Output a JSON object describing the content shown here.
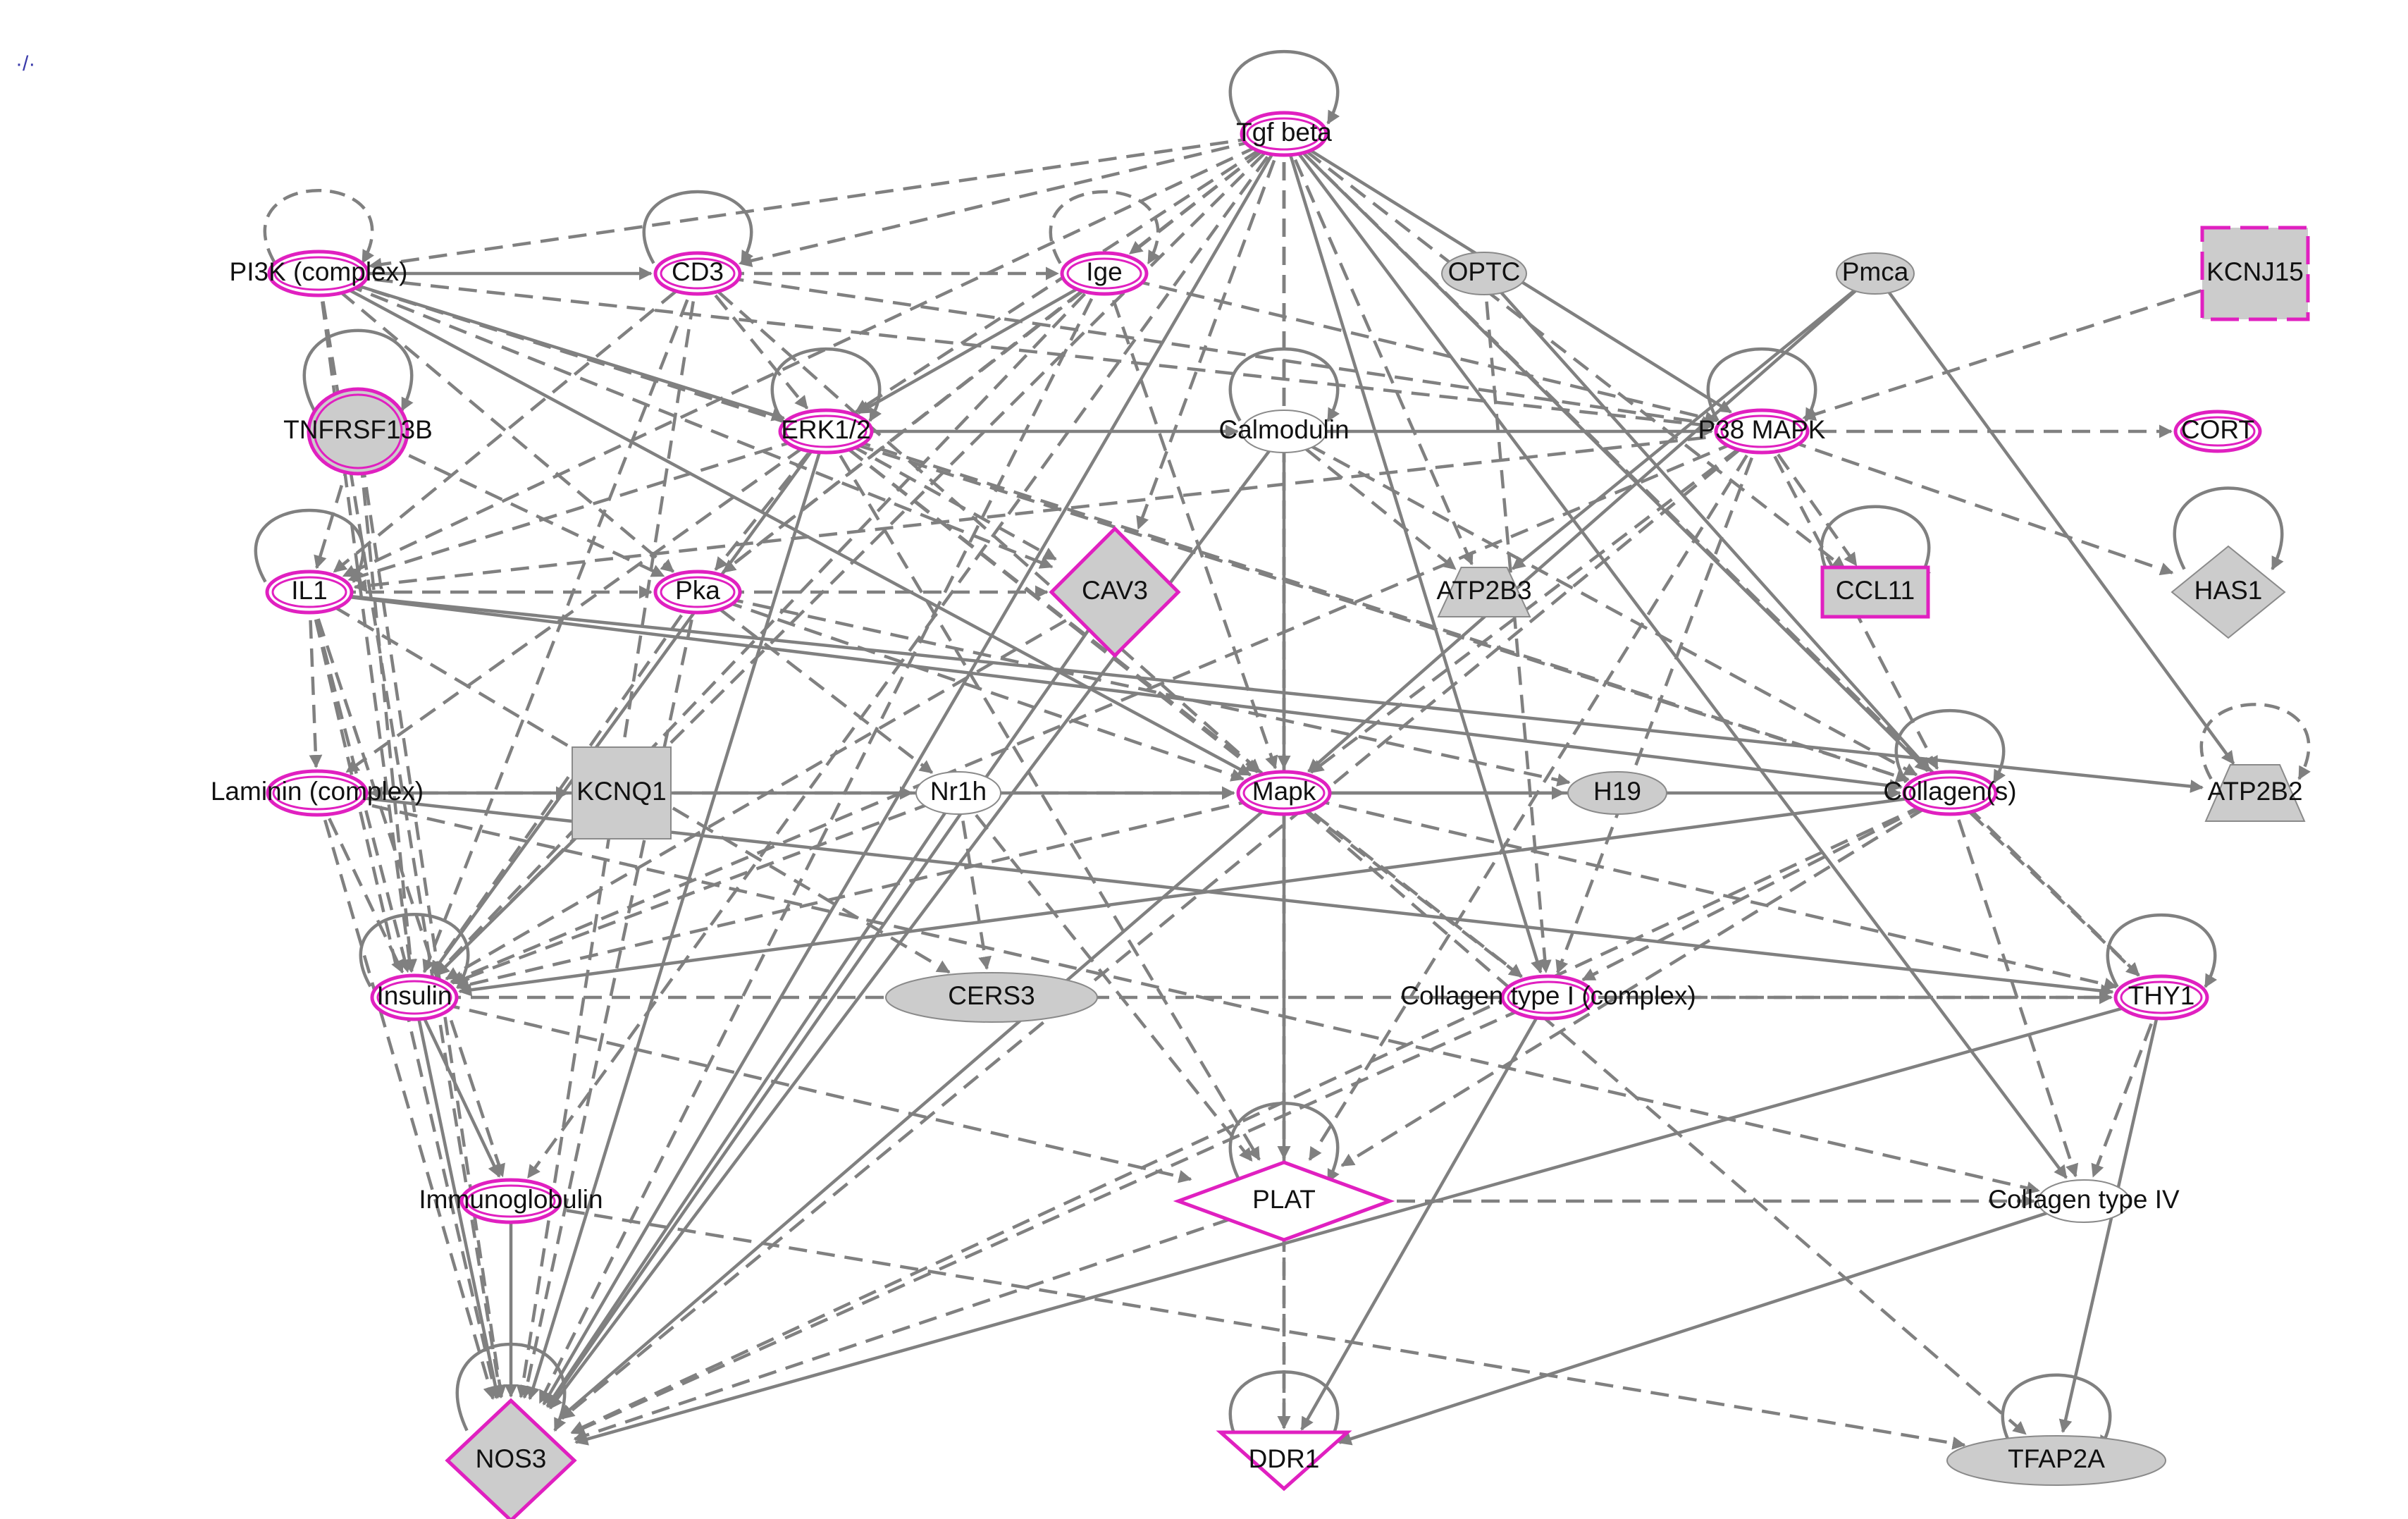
{
  "corner_mark": "·/·",
  "colors": {
    "highlight": "#e020c0",
    "node_fill": "#cccccc",
    "edge": "#808080"
  },
  "nodes": [
    {
      "id": "tgfb",
      "label": "Tgf beta",
      "shape": "ellipse",
      "highlight": true,
      "fill": "white"
    },
    {
      "id": "pi3k",
      "label": "PI3K (complex)",
      "shape": "ellipse",
      "highlight": true,
      "fill": "white"
    },
    {
      "id": "cd3",
      "label": "CD3",
      "shape": "ellipse",
      "highlight": true,
      "fill": "white"
    },
    {
      "id": "ige",
      "label": "Ige",
      "shape": "ellipse",
      "highlight": true,
      "fill": "white"
    },
    {
      "id": "optc",
      "label": "OPTC",
      "shape": "ellipse",
      "highlight": false,
      "fill": "gray"
    },
    {
      "id": "pmca",
      "label": "Pmca",
      "shape": "ellipse",
      "highlight": false,
      "fill": "gray"
    },
    {
      "id": "kcnj15",
      "label": "KCNJ15",
      "shape": "rect-dash",
      "highlight": true,
      "fill": "gray"
    },
    {
      "id": "tnfrsf13b",
      "label": "TNFRSF13B",
      "shape": "ellipse-v",
      "highlight": true,
      "fill": "gray"
    },
    {
      "id": "erk",
      "label": "ERK1/2",
      "shape": "ellipse",
      "highlight": true,
      "fill": "white"
    },
    {
      "id": "calmodulin",
      "label": "Calmodulin",
      "shape": "ellipse",
      "highlight": false,
      "fill": "white"
    },
    {
      "id": "p38",
      "label": "P38 MAPK",
      "shape": "ellipse",
      "highlight": true,
      "fill": "white"
    },
    {
      "id": "cort",
      "label": "CORT",
      "shape": "ellipse",
      "highlight": true,
      "fill": "white"
    },
    {
      "id": "il1",
      "label": "IL1",
      "shape": "ellipse",
      "highlight": true,
      "fill": "white"
    },
    {
      "id": "pka",
      "label": "Pka",
      "shape": "ellipse",
      "highlight": true,
      "fill": "white"
    },
    {
      "id": "cav3",
      "label": "CAV3",
      "shape": "diamond",
      "highlight": true,
      "fill": "gray"
    },
    {
      "id": "atp2b3",
      "label": "ATP2B3",
      "shape": "trapezoid",
      "highlight": false,
      "fill": "gray"
    },
    {
      "id": "ccl11",
      "label": "CCL11",
      "shape": "rect",
      "highlight": true,
      "fill": "gray"
    },
    {
      "id": "has1",
      "label": "HAS1",
      "shape": "diamond",
      "highlight": false,
      "fill": "gray"
    },
    {
      "id": "laminin",
      "label": "Laminin (complex)",
      "shape": "ellipse",
      "highlight": true,
      "fill": "white"
    },
    {
      "id": "kcnq1",
      "label": "KCNQ1",
      "shape": "rect",
      "highlight": false,
      "fill": "gray"
    },
    {
      "id": "nr1h",
      "label": "Nr1h",
      "shape": "ellipse",
      "highlight": false,
      "fill": "white"
    },
    {
      "id": "mapk",
      "label": "Mapk",
      "shape": "ellipse",
      "highlight": true,
      "fill": "white"
    },
    {
      "id": "h19",
      "label": "H19",
      "shape": "ellipse",
      "highlight": false,
      "fill": "gray"
    },
    {
      "id": "collagens",
      "label": "Collagen(s)",
      "shape": "ellipse",
      "highlight": true,
      "fill": "white"
    },
    {
      "id": "atp2b2",
      "label": "ATP2B2",
      "shape": "trapezoid",
      "highlight": false,
      "fill": "gray"
    },
    {
      "id": "insulin",
      "label": "Insulin",
      "shape": "ellipse",
      "highlight": true,
      "fill": "white"
    },
    {
      "id": "cers3",
      "label": "CERS3",
      "shape": "ellipse",
      "highlight": false,
      "fill": "gray"
    },
    {
      "id": "col1",
      "label": "Collagen type I (complex)",
      "shape": "ellipse",
      "highlight": true,
      "fill": "white"
    },
    {
      "id": "thy1",
      "label": "THY1",
      "shape": "ellipse",
      "highlight": true,
      "fill": "white"
    },
    {
      "id": "immuno",
      "label": "Immunoglobulin",
      "shape": "ellipse",
      "highlight": true,
      "fill": "white"
    },
    {
      "id": "plat",
      "label": "PLAT",
      "shape": "diamond",
      "highlight": true,
      "fill": "white"
    },
    {
      "id": "col4",
      "label": "Collagen type IV",
      "shape": "ellipse",
      "highlight": false,
      "fill": "white"
    },
    {
      "id": "nos3",
      "label": "NOS3",
      "shape": "diamond",
      "highlight": true,
      "fill": "gray"
    },
    {
      "id": "ddr1",
      "label": "DDR1",
      "shape": "triangle",
      "highlight": true,
      "fill": "white"
    },
    {
      "id": "tfap2a",
      "label": "TFAP2A",
      "shape": "ellipse",
      "highlight": false,
      "fill": "gray"
    }
  ],
  "self_loops": [
    {
      "node": "tgfb",
      "style": "direct"
    },
    {
      "node": "pi3k",
      "style": "indirect"
    },
    {
      "node": "cd3",
      "style": "direct"
    },
    {
      "node": "ige",
      "style": "indirect"
    },
    {
      "node": "tnfrsf13b",
      "style": "direct"
    },
    {
      "node": "erk",
      "style": "direct"
    },
    {
      "node": "calmodulin",
      "style": "direct"
    },
    {
      "node": "p38",
      "style": "direct"
    },
    {
      "node": "il1",
      "style": "direct"
    },
    {
      "node": "ccl11",
      "style": "direct"
    },
    {
      "node": "has1",
      "style": "direct"
    },
    {
      "node": "collagens",
      "style": "direct"
    },
    {
      "node": "atp2b2",
      "style": "indirect"
    },
    {
      "node": "insulin",
      "style": "direct"
    },
    {
      "node": "thy1",
      "style": "direct"
    },
    {
      "node": "plat",
      "style": "direct"
    },
    {
      "node": "nos3",
      "style": "direct"
    },
    {
      "node": "ddr1",
      "style": "direct"
    },
    {
      "node": "tfap2a",
      "style": "direct"
    }
  ],
  "edges": [
    {
      "from": "tgfb",
      "to": "pi3k",
      "style": "indirect"
    },
    {
      "from": "tgfb",
      "to": "cd3",
      "style": "indirect"
    },
    {
      "from": "tgfb",
      "to": "ige",
      "style": "indirect"
    },
    {
      "from": "tgfb",
      "to": "erk",
      "style": "indirect"
    },
    {
      "from": "tgfb",
      "to": "mapk",
      "style": "indirect"
    },
    {
      "from": "tgfb",
      "to": "p38",
      "style": "direct"
    },
    {
      "from": "tgfb",
      "to": "collagens",
      "style": "direct"
    },
    {
      "from": "tgfb",
      "to": "col1",
      "style": "direct"
    },
    {
      "from": "tgfb",
      "to": "col4",
      "style": "direct"
    },
    {
      "from": "tgfb",
      "to": "nos3",
      "style": "direct"
    },
    {
      "from": "tgfb",
      "to": "plat",
      "style": "indirect"
    },
    {
      "from": "tgfb",
      "to": "insulin",
      "style": "indirect"
    },
    {
      "from": "tgfb",
      "to": "il1",
      "style": "indirect"
    },
    {
      "from": "tgfb",
      "to": "pka",
      "style": "indirect"
    },
    {
      "from": "tgfb",
      "to": "cav3",
      "style": "indirect"
    },
    {
      "from": "tgfb",
      "to": "atp2b3",
      "style": "indirect"
    },
    {
      "from": "tgfb",
      "to": "ccl11",
      "style": "indirect"
    },
    {
      "from": "tgfb",
      "to": "thy1",
      "style": "indirect"
    },
    {
      "from": "tgfb",
      "to": "immuno",
      "style": "indirect"
    },
    {
      "from": "tgfb",
      "to": "ddr1",
      "style": "indirect"
    },
    {
      "from": "pi3k",
      "to": "cd3",
      "style": "direct"
    },
    {
      "from": "pi3k",
      "to": "erk",
      "style": "direct"
    },
    {
      "from": "pi3k",
      "to": "mapk",
      "style": "direct"
    },
    {
      "from": "pi3k",
      "to": "p38",
      "style": "indirect"
    },
    {
      "from": "pi3k",
      "to": "insulin",
      "style": "indirect"
    },
    {
      "from": "pi3k",
      "to": "nos3",
      "style": "indirect"
    },
    {
      "from": "pi3k",
      "to": "pka",
      "style": "indirect"
    },
    {
      "from": "pi3k",
      "to": "cav3",
      "style": "indirect"
    },
    {
      "from": "pi3k",
      "to": "collagens",
      "style": "indirect"
    },
    {
      "from": "cd3",
      "to": "ige",
      "style": "indirect"
    },
    {
      "from": "cd3",
      "to": "erk",
      "style": "indirect"
    },
    {
      "from": "cd3",
      "to": "mapk",
      "style": "indirect"
    },
    {
      "from": "cd3",
      "to": "il1",
      "style": "indirect"
    },
    {
      "from": "cd3",
      "to": "insulin",
      "style": "indirect"
    },
    {
      "from": "cd3",
      "to": "nos3",
      "style": "indirect"
    },
    {
      "from": "cd3",
      "to": "p38",
      "style": "indirect"
    },
    {
      "from": "ige",
      "to": "erk",
      "style": "direct"
    },
    {
      "from": "ige",
      "to": "pka",
      "style": "indirect"
    },
    {
      "from": "ige",
      "to": "insulin",
      "style": "indirect"
    },
    {
      "from": "ige",
      "to": "nos3",
      "style": "indirect"
    },
    {
      "from": "ige",
      "to": "p38",
      "style": "indirect"
    },
    {
      "from": "ige",
      "to": "mapk",
      "style": "indirect"
    },
    {
      "from": "optc",
      "to": "collagens",
      "style": "direct"
    },
    {
      "from": "optc",
      "to": "col1",
      "style": "indirect"
    },
    {
      "from": "pmca",
      "to": "atp2b2",
      "style": "direct"
    },
    {
      "from": "pmca",
      "to": "atp2b3",
      "style": "direct"
    },
    {
      "from": "pmca",
      "to": "mapk",
      "style": "direct"
    },
    {
      "from": "kcnj15",
      "to": "p38",
      "style": "indirect"
    },
    {
      "from": "tnfrsf13b",
      "to": "il1",
      "style": "indirect"
    },
    {
      "from": "tnfrsf13b",
      "to": "insulin",
      "style": "indirect"
    },
    {
      "from": "tnfrsf13b",
      "to": "pka",
      "style": "indirect"
    },
    {
      "from": "tnfrsf13b",
      "to": "nos3",
      "style": "indirect"
    },
    {
      "from": "erk",
      "to": "calmodulin",
      "style": "direct"
    },
    {
      "from": "erk",
      "to": "il1",
      "style": "indirect"
    },
    {
      "from": "erk",
      "to": "pka",
      "style": "indirect"
    },
    {
      "from": "erk",
      "to": "cav3",
      "style": "indirect"
    },
    {
      "from": "erk",
      "to": "mapk",
      "style": "indirect"
    },
    {
      "from": "erk",
      "to": "insulin",
      "style": "direct"
    },
    {
      "from": "erk",
      "to": "nos3",
      "style": "direct"
    },
    {
      "from": "erk",
      "to": "col1",
      "style": "indirect"
    },
    {
      "from": "erk",
      "to": "plat",
      "style": "indirect"
    },
    {
      "from": "erk",
      "to": "collagens",
      "style": "indirect"
    },
    {
      "from": "erk",
      "to": "laminin",
      "style": "indirect"
    },
    {
      "from": "calmodulin",
      "to": "p38",
      "style": "direct"
    },
    {
      "from": "calmodulin",
      "to": "nos3",
      "style": "direct"
    },
    {
      "from": "calmodulin",
      "to": "atp2b3",
      "style": "indirect"
    },
    {
      "from": "calmodulin",
      "to": "mapk",
      "style": "indirect"
    },
    {
      "from": "calmodulin",
      "to": "collagens",
      "style": "indirect"
    },
    {
      "from": "p38",
      "to": "cort",
      "style": "indirect"
    },
    {
      "from": "p38",
      "to": "mapk",
      "style": "indirect"
    },
    {
      "from": "p38",
      "to": "ccl11",
      "style": "indirect"
    },
    {
      "from": "p38",
      "to": "il1",
      "style": "indirect"
    },
    {
      "from": "p38",
      "to": "insulin",
      "style": "indirect"
    },
    {
      "from": "p38",
      "to": "nos3",
      "style": "indirect"
    },
    {
      "from": "p38",
      "to": "col1",
      "style": "indirect"
    },
    {
      "from": "p38",
      "to": "collagens",
      "style": "indirect"
    },
    {
      "from": "p38",
      "to": "has1",
      "style": "indirect"
    },
    {
      "from": "p38",
      "to": "plat",
      "style": "indirect"
    },
    {
      "from": "il1",
      "to": "pka",
      "style": "indirect"
    },
    {
      "from": "il1",
      "to": "laminin",
      "style": "indirect"
    },
    {
      "from": "il1",
      "to": "insulin",
      "style": "indirect"
    },
    {
      "from": "il1",
      "to": "nos3",
      "style": "indirect"
    },
    {
      "from": "il1",
      "to": "immuno",
      "style": "indirect"
    },
    {
      "from": "il1",
      "to": "collagens",
      "style": "direct"
    },
    {
      "from": "il1",
      "to": "atp2b2",
      "style": "direct"
    },
    {
      "from": "il1",
      "to": "cers3",
      "style": "indirect"
    },
    {
      "from": "pka",
      "to": "cav3",
      "style": "indirect"
    },
    {
      "from": "pka",
      "to": "insulin",
      "style": "indirect"
    },
    {
      "from": "pka",
      "to": "nos3",
      "style": "indirect"
    },
    {
      "from": "pka",
      "to": "nr1h",
      "style": "indirect"
    },
    {
      "from": "pka",
      "to": "h19",
      "style": "indirect"
    },
    {
      "from": "pka",
      "to": "mapk",
      "style": "indirect"
    },
    {
      "from": "cav3",
      "to": "nos3",
      "style": "direct"
    },
    {
      "from": "cav3",
      "to": "insulin",
      "style": "indirect"
    },
    {
      "from": "laminin",
      "to": "kcnq1",
      "style": "direct"
    },
    {
      "from": "laminin",
      "to": "insulin",
      "style": "indirect"
    },
    {
      "from": "laminin",
      "to": "nos3",
      "style": "indirect"
    },
    {
      "from": "laminin",
      "to": "thy1",
      "style": "direct"
    },
    {
      "from": "laminin",
      "to": "col4",
      "style": "indirect"
    },
    {
      "from": "kcnq1",
      "to": "nr1h",
      "style": "direct"
    },
    {
      "from": "kcnq1",
      "to": "insulin",
      "style": "direct"
    },
    {
      "from": "nr1h",
      "to": "mapk",
      "style": "direct"
    },
    {
      "from": "nr1h",
      "to": "cers3",
      "style": "indirect"
    },
    {
      "from": "nr1h",
      "to": "nos3",
      "style": "direct"
    },
    {
      "from": "nr1h",
      "to": "insulin",
      "style": "indirect"
    },
    {
      "from": "nr1h",
      "to": "plat",
      "style": "indirect"
    },
    {
      "from": "mapk",
      "to": "h19",
      "style": "direct"
    },
    {
      "from": "mapk",
      "to": "collagens",
      "style": "direct"
    },
    {
      "from": "mapk",
      "to": "plat",
      "style": "direct"
    },
    {
      "from": "mapk",
      "to": "col1",
      "style": "indirect"
    },
    {
      "from": "mapk",
      "to": "insulin",
      "style": "indirect"
    },
    {
      "from": "mapk",
      "to": "nos3",
      "style": "direct"
    },
    {
      "from": "mapk",
      "to": "thy1",
      "style": "indirect"
    },
    {
      "from": "mapk",
      "to": "laminin",
      "style": "indirect"
    },
    {
      "from": "collagens",
      "to": "col1",
      "style": "indirect"
    },
    {
      "from": "collagens",
      "to": "thy1",
      "style": "indirect"
    },
    {
      "from": "collagens",
      "to": "insulin",
      "style": "direct"
    },
    {
      "from": "collagens",
      "to": "nos3",
      "style": "indirect"
    },
    {
      "from": "collagens",
      "to": "col4",
      "style": "indirect"
    },
    {
      "from": "collagens",
      "to": "plat",
      "style": "indirect"
    },
    {
      "from": "insulin",
      "to": "immuno",
      "style": "direct"
    },
    {
      "from": "insulin",
      "to": "nos3",
      "style": "direct"
    },
    {
      "from": "insulin",
      "to": "thy1",
      "style": "indirect"
    },
    {
      "from": "insulin",
      "to": "plat",
      "style": "indirect"
    },
    {
      "from": "col1",
      "to": "thy1",
      "style": "indirect"
    },
    {
      "from": "col1",
      "to": "ddr1",
      "style": "direct"
    },
    {
      "from": "col1",
      "to": "nos3",
      "style": "indirect"
    },
    {
      "from": "thy1",
      "to": "col4",
      "style": "indirect"
    },
    {
      "from": "thy1",
      "to": "tfap2a",
      "style": "direct"
    },
    {
      "from": "thy1",
      "to": "nos3",
      "style": "direct"
    },
    {
      "from": "immuno",
      "to": "nos3",
      "style": "direct"
    },
    {
      "from": "immuno",
      "to": "tfap2a",
      "style": "indirect"
    },
    {
      "from": "plat",
      "to": "col4",
      "style": "indirect"
    },
    {
      "from": "plat",
      "to": "ddr1",
      "style": "indirect"
    },
    {
      "from": "plat",
      "to": "nos3",
      "style": "indirect"
    },
    {
      "from": "col4",
      "to": "ddr1",
      "style": "direct"
    },
    {
      "from": "mapk",
      "to": "tfap2a",
      "style": "indirect"
    }
  ]
}
